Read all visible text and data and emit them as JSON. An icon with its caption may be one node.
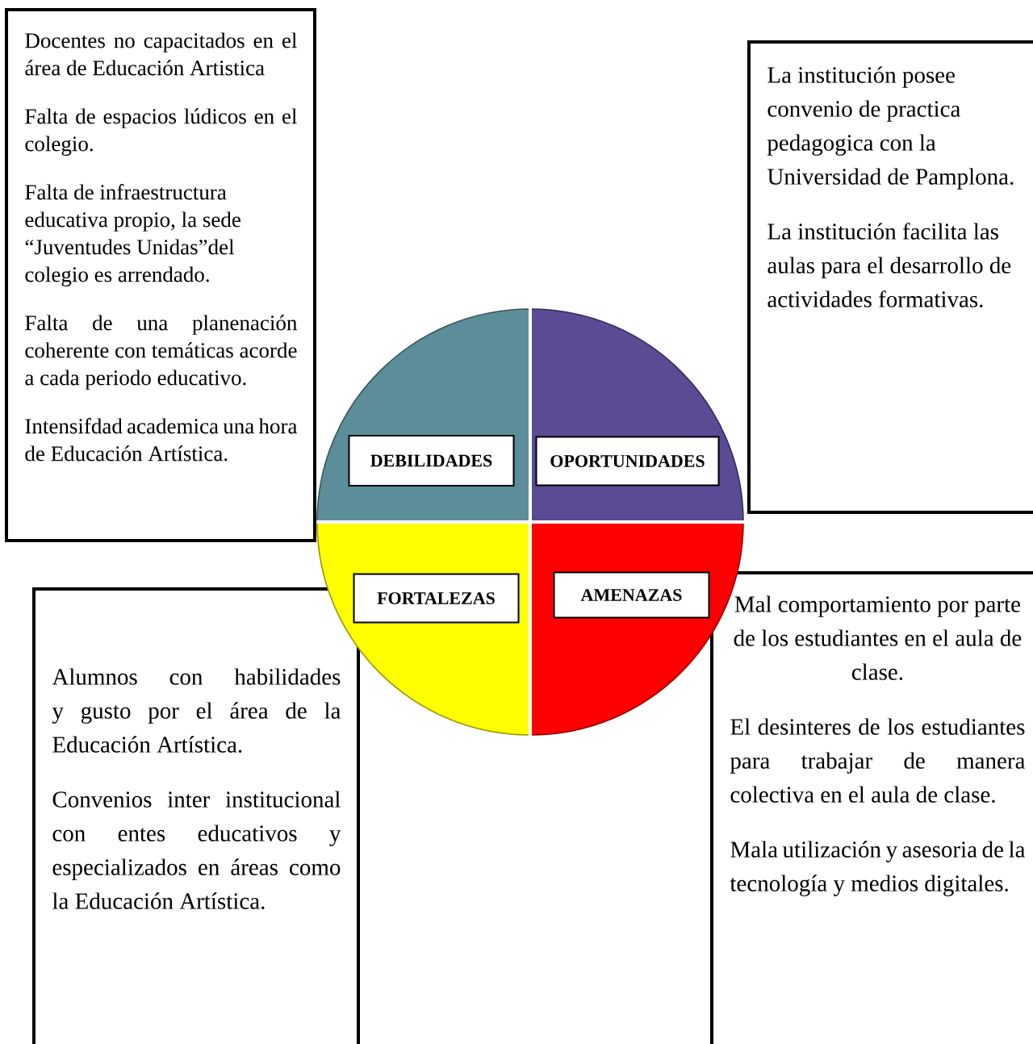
{
  "diagram": {
    "nodes": [
      {
        "text": [
          "Docentes no capacitados en el área de Educación Artistica",
          "Falta de espacios lúdicos en el colegio.",
          "Falta de infraestructura educativa propio, la sede “Juventudes Unidas”del colegio es arrendado.",
          "Falta de una planenación coherente con temáticas acorde a cada periodo educativo.",
          "Intensifdad academica una hora de Educación Artística."
        ]
      },
      {
        "text": [
          "La institución posee convenio de practica pedagogica con la Universidad de Pamplona.",
          "La institución facilita las aulas para el desarrollo de actividades formativas."
        ]
      },
      {
        "text": [
          "DEBILIDADES"
        ]
      },
      {
        "text": [
          "OPORTUNIDADES"
        ]
      },
      {
        "text": [
          "FORTALEZAS"
        ]
      },
      {
        "text": [
          "AMENAZAS"
        ]
      },
      {
        "text": [
          "Alumnos con habilidades y gusto por el área de la Educación Artística.",
          "Convenios inter institucional con entes educativos y especializados en áreas como la Educación Artística."
        ]
      },
      {
        "text": [
          "Mal comportamiento por parte de los estudiantes en el aula de clase.",
          "El desinteres de los estudiantes para trabajar de manera colectiva en el aula de clase.",
          "Mala utilización y asesoria de la tecnología y medios digitales."
        ]
      }
    ],
    "edges": []
  }
}
